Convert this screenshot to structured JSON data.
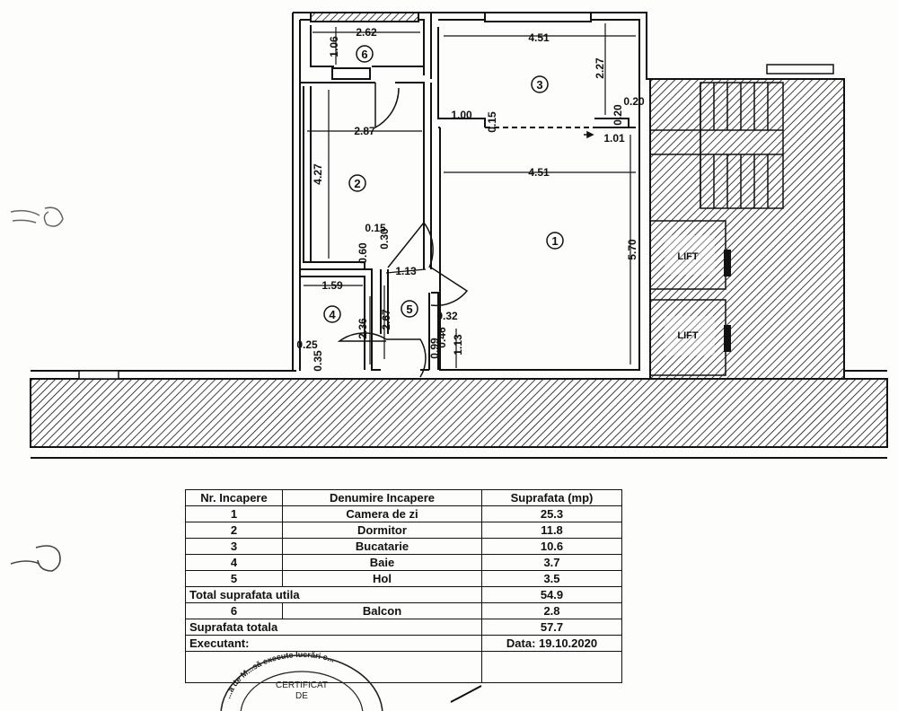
{
  "plan": {
    "rooms": [
      {
        "id": "1",
        "label": "1"
      },
      {
        "id": "2",
        "label": "2"
      },
      {
        "id": "3",
        "label": "3"
      },
      {
        "id": "4",
        "label": "4"
      },
      {
        "id": "5",
        "label": "5"
      },
      {
        "id": "6",
        "label": "6"
      }
    ],
    "dimensions": {
      "balcony_width": "2.62",
      "balcony_depth": "1.06",
      "kitchen_width": "4.51",
      "kitchen_depth": "2.27",
      "kitchen_wall_a": "1.00",
      "kitchen_wall_b": "0.15",
      "kitchen_wall_c": "0.20",
      "kitchen_wall_d": "0.20",
      "living_door": "1.01",
      "living_width": "4.51",
      "living_depth": "5.70",
      "bedroom_width": "2.87",
      "bedroom_depth": "4.27",
      "bedroom_wall_a": "0.15",
      "bedroom_wall_b": "0.60",
      "hall_a": "0.30",
      "hall_width": "1.13",
      "bath_width": "1.59",
      "bath_depth": "2.36",
      "hall_depth": "2.67",
      "hall_b": "0.32",
      "hall_c": "0.46",
      "hall_d": "0.99",
      "hall_e": "1.13",
      "bath_wall_a": "0.25",
      "bath_wall_b": "0.35"
    },
    "lift_labels": [
      "LIFT",
      "LIFT"
    ]
  },
  "table": {
    "headers": [
      "Nr. Incapere",
      "Denumire Incapere",
      "Suprafata (mp)"
    ],
    "rows": [
      {
        "nr": "1",
        "name": "Camera de zi",
        "area": "25.3"
      },
      {
        "nr": "2",
        "name": "Dormitor",
        "area": "11.8"
      },
      {
        "nr": "3",
        "name": "Bucatarie",
        "area": "10.6"
      },
      {
        "nr": "4",
        "name": "Baie",
        "area": "3.7"
      },
      {
        "nr": "5",
        "name": "Hol",
        "area": "3.5"
      }
    ],
    "total_useful": {
      "label": "Total suprafata utila",
      "area": "54.9"
    },
    "balcony_row": {
      "nr": "6",
      "name": "Balcon",
      "area": "2.8"
    },
    "total": {
      "label": "Suprafata totala",
      "area": "57.7"
    },
    "executant_label": "Executant:",
    "date": "Data: 19.10.2020"
  },
  "stamp": {
    "ring_text": "...a de M...să execute lucrări c...",
    "line1": "CERTIFICAT",
    "line2": "DE"
  }
}
